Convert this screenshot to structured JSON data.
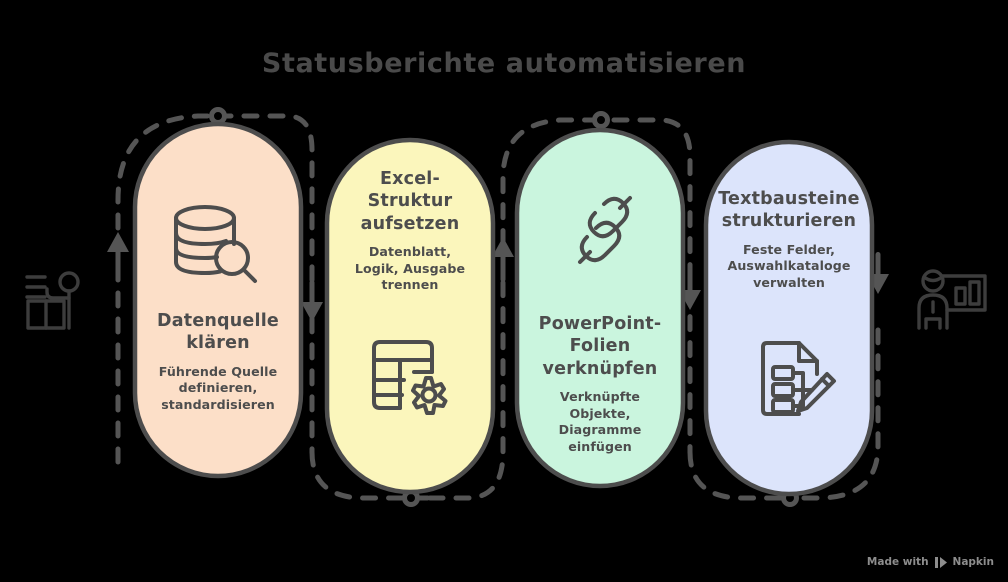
{
  "title": "Statusberichte automatisieren",
  "theme": {
    "background": "#000000",
    "stroke": "#4d4d4d",
    "dash_stroke": "#555555",
    "text": "#4d4d4d",
    "title_color": "#4a4a4a"
  },
  "cards": [
    {
      "id": "datenquelle",
      "heading": "Datenquelle\nklären",
      "heading_lines": [
        "Datenquelle",
        "klären"
      ],
      "subtitle_lines": [
        "Führende Quelle",
        "definieren,",
        "standardisieren"
      ],
      "subtitle": "Führende Quelle definieren, standardisieren",
      "fill": "#FCDFC8",
      "icon": "database-search-icon",
      "icon_position": "top",
      "node_position": "top"
    },
    {
      "id": "excel-struktur",
      "heading": "Excel-\nStruktur\naufsetzen",
      "heading_lines": [
        "Excel-",
        "Struktur",
        "aufsetzen"
      ],
      "subtitle_lines": [
        "Datenblatt,",
        "Logik, Ausgabe",
        "trennen"
      ],
      "subtitle": "Datenblatt, Logik, Ausgabe trennen",
      "fill": "#FBF6BC",
      "icon": "spreadsheet-gear-icon",
      "icon_position": "bottom",
      "node_position": "bottom"
    },
    {
      "id": "powerpoint-folien",
      "heading": "PowerPoint-\nFolien\nverknüpfen",
      "heading_lines": [
        "PowerPoint-",
        "Folien",
        "verknüpfen"
      ],
      "subtitle_lines": [
        "Verknüpfte",
        "Objekte,",
        "Diagramme",
        "einfügen"
      ],
      "subtitle": "Verknüpfte Objekte, Diagramme einfügen",
      "fill": "#CAF5DE",
      "icon": "chain-link-icon",
      "icon_position": "top",
      "node_position": "top"
    },
    {
      "id": "textbausteine",
      "heading": "Textbausteine\nstrukturieren",
      "heading_lines": [
        "Textbausteine",
        "strukturieren"
      ],
      "subtitle_lines": [
        "Feste Felder,",
        "Auswahlkataloge",
        "verwalten"
      ],
      "subtitle": "Feste Felder, Auswahlkataloge verwalten",
      "fill": "#DCE4FB",
      "icon": "document-edit-icon",
      "icon_position": "bottom",
      "node_position": "bottom"
    }
  ],
  "side_figures": {
    "left": "person-at-desk-icon",
    "right": "person-with-chart-board-icon"
  },
  "flow": {
    "arrows": [
      "up",
      "down",
      "up",
      "down",
      "up"
    ],
    "style": "dashed-serpentine"
  },
  "watermark": {
    "prefix": "Made with",
    "brand": "Napkin",
    "logo": "napkin-play-icon"
  }
}
